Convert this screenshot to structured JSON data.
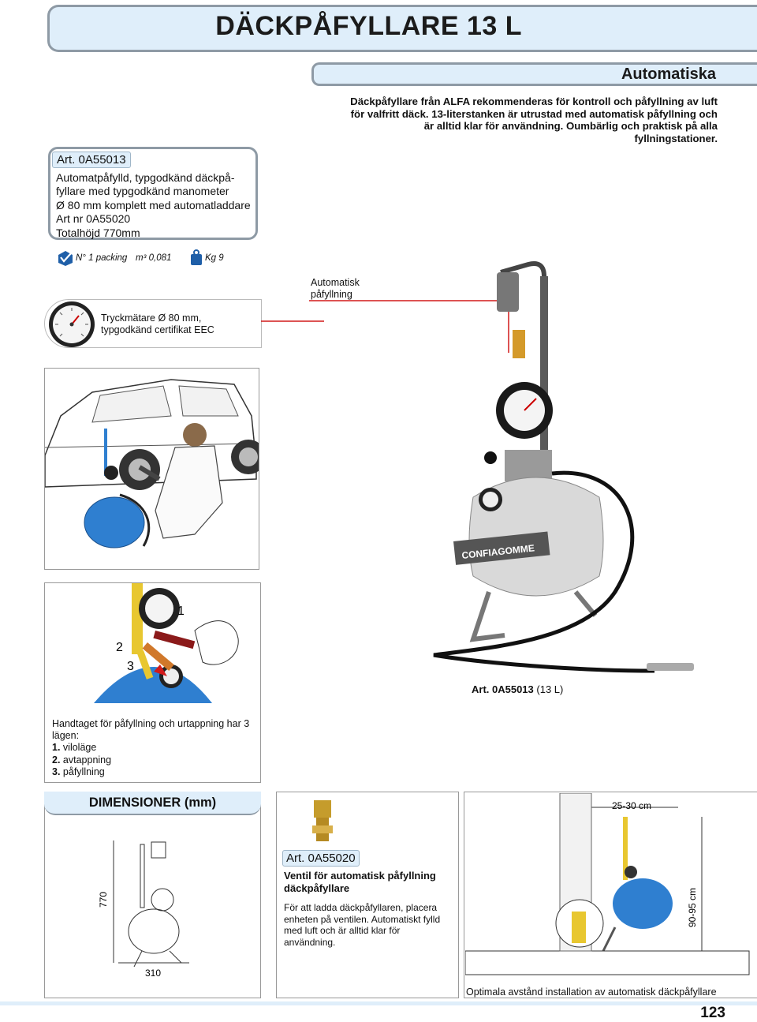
{
  "header": {
    "title": "DÄCKPÅFYLLARE 13 L",
    "subtitle": "Automatiska",
    "intro": "Däckpåfyllare från ALFA rekommenderas för kontroll och påfyllning av luft för valfritt däck. 13-literstanken är utrustad med automatisk påfyllning och är alltid klar för användning. Oumbärlig och praktisk på alla fyllningstationer."
  },
  "article": {
    "code": "Art. 0A55013",
    "lines": [
      "Automatpåfylld, typgodkänd däckpå-",
      "fyllare med typgodkänd manometer",
      "Ø 80 mm komplett med automatladdare",
      "Art nr 0A55020",
      "Totalhöjd 770mm"
    ]
  },
  "packing": {
    "count": "N° 1 packing",
    "volume": "m³ 0,081",
    "weight": "Kg 9"
  },
  "gauge": {
    "line1": "Tryckmätare Ø 80 mm,",
    "line2": "typgodkänd certifikat EEC"
  },
  "auto_label": {
    "line1": "Automatisk",
    "line2": "påfyllning"
  },
  "detail": {
    "numbers": [
      "1",
      "2",
      "3"
    ],
    "text_intro": "Handtaget för påfyllning och urtappning har 3 lägen:",
    "positions": [
      {
        "num": "1.",
        "label": "viloläge"
      },
      {
        "num": "2.",
        "label": "avtappning"
      },
      {
        "num": "3.",
        "label": "påfyllning"
      }
    ]
  },
  "product_caption": {
    "code": "Art. 0A55013",
    "size": "(13 L)"
  },
  "tank_label": "CONFIAGOMME",
  "dimensions": {
    "title": "DIMENSIONER (mm)",
    "height": "770",
    "width": "310"
  },
  "valve": {
    "code": "Art. 0A55020",
    "title": "Ventil för automatisk påfyllning däckpåfyllare",
    "text": "För att ladda däckpåfyllaren, placera enheten på ventilen. Automatiskt fylld med luft och är alltid klar för användning."
  },
  "install": {
    "distance_top": "25-30 cm",
    "distance_side": "90-95 cm",
    "caption": "Optimala avstånd installation av automatisk däckpåfyllare"
  },
  "page_number": "123",
  "colors": {
    "accent_bg": "#dfeefa",
    "border": "#8e9aa5",
    "callout_line": "#d21a1a",
    "tank_blue": "#2f7fd0"
  }
}
